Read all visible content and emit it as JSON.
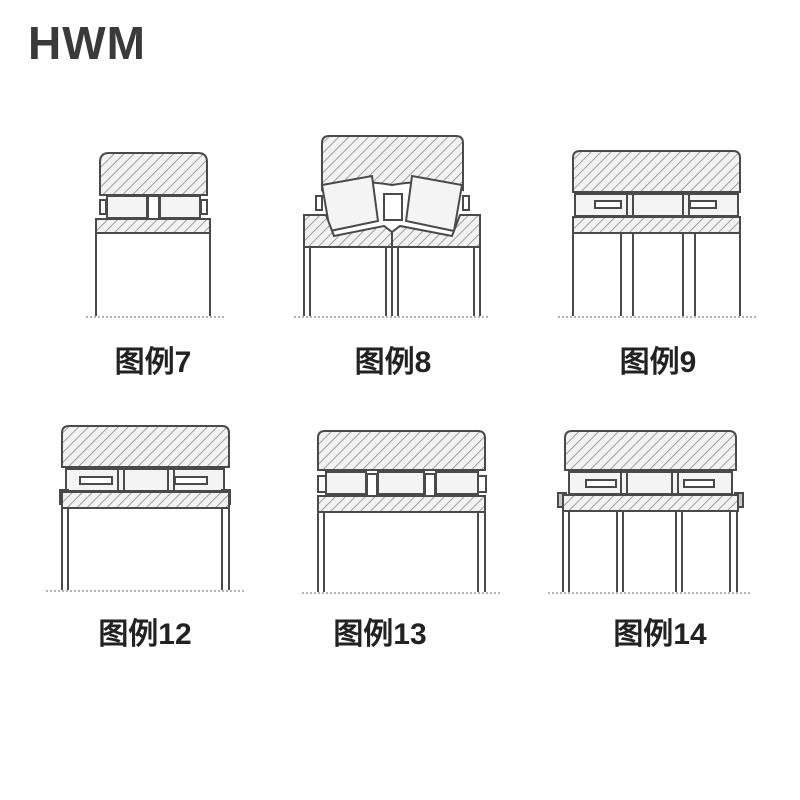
{
  "title": "HWM",
  "colors": {
    "line": "#4a4a4a",
    "hatch": "#7a7a7a",
    "fill": "#efefef",
    "ground": "#9a9a9a",
    "text": "#222222"
  },
  "figures": [
    {
      "caption": "图例7"
    },
    {
      "caption": "图例8"
    },
    {
      "caption": "图例9"
    },
    {
      "caption": "图例12"
    },
    {
      "caption": "图例13"
    },
    {
      "caption": "图例14"
    }
  ]
}
